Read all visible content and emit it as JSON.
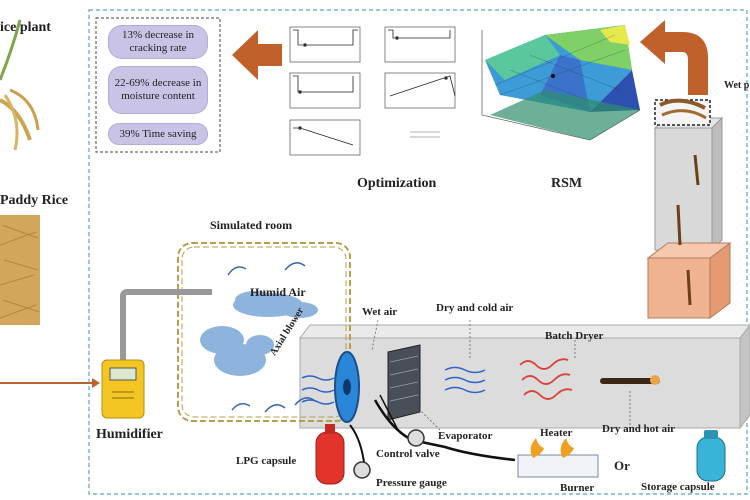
{
  "labels": {
    "rice_plant": "ice plant",
    "paddy_rice": "Paddy Rice",
    "optimization": "Optimization",
    "rsm": "RSM",
    "simulated_room": "Simulated room",
    "humid_air": "Humid Air",
    "axial_blower": "Axial blower",
    "wet_air": "Wet air",
    "dry_cold_air": "Dry and cold air",
    "batch_dryer": "Batch Dryer",
    "humidifier": "Humidifier",
    "evaporator": "Evaporator",
    "heater": "Heater",
    "dry_hot_air": "Dry and hot air",
    "lpg_capsule": "LPG capsule",
    "control_valve": "Control valve",
    "pressure_gauge": "Pressure gauge",
    "burner": "Burner",
    "or": "Or",
    "storage_capsule": "Storage capsule",
    "wet_paddy": "Wet p"
  },
  "results": [
    "13% decrease in cracking rate",
    "22-69% decrease in moisture content",
    "39% Time saving"
  ],
  "colors": {
    "dashed_border": "#57a4c6",
    "pill_fill": "#c9c3e6",
    "arrow_orange": "#c0602a",
    "duct": "#d9d9d9",
    "humidifier_yellow": "#f3c623",
    "lpg_red": "#e2342b",
    "storage_blue": "#3ab3d9"
  },
  "icons": [
    "orange-arrow-left-icon",
    "orange-arrow-curved-icon",
    "flame-icon",
    "fan-icon",
    "gas-cylinder-icon"
  ]
}
